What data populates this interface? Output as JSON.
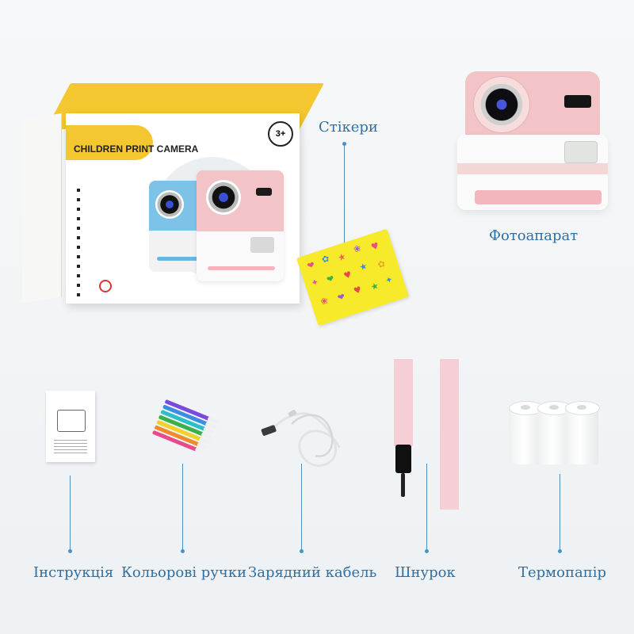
{
  "labels": {
    "stickers": "Стікери",
    "camera": "Фотоапарат",
    "manual": "Інструкція",
    "pens": "Кольорові ручки",
    "cable": "Зарядний кабель",
    "lanyard": "Шнурок",
    "paper": "Термопапір"
  },
  "box": {
    "title": "CHILDREN PRINT CAMERA",
    "age": "3+"
  },
  "colors": {
    "label": "#2f6fa3",
    "box_yellow": "#f4c630",
    "camera_pink": "#f2c4c7",
    "camera_blue": "#7dc3e8",
    "sticker_sheet": "#f7ea2a"
  }
}
